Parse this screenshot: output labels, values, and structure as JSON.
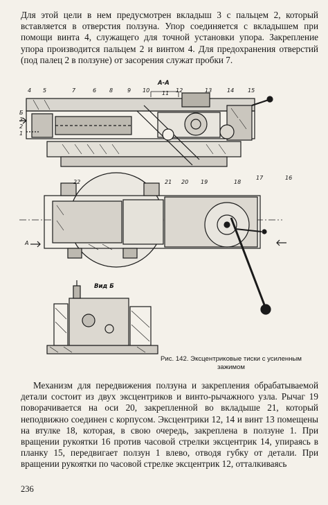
{
  "top_paragraph": [
    "Для этой цели в нем предусмотрен вкладыш 3 с пальцем 2, который вставляется в отверстия ползуна. Упор соединяется с вкладышем при помощи винта 4, служащего для точной установки упора. Закрепление упора производится пальцем 2 и винтом 4. Для предохранения отверстий (под палец 2 в ползуне) от засорения служат пробки 7."
  ],
  "figure": {
    "section_mark": "А-А",
    "view_label": "Вид Б",
    "section_letter_left": "Б",
    "arrow_label_a": "А",
    "callouts_top": [
      "4",
      "5",
      "7",
      "6",
      "8",
      "9",
      "10",
      "11",
      "12",
      "13",
      "14",
      "15"
    ],
    "callouts_left": [
      "Б",
      "3",
      "2",
      "1"
    ],
    "callouts_bottom": [
      "22",
      "21",
      "20",
      "19",
      "18"
    ],
    "callouts_plan": [
      "17",
      "16"
    ]
  },
  "caption": "Рис. 142. Эксцентриковые тиски с усиленным зажимом",
  "bottom_paragraph": [
    "Механизм для передвижения ползуна и закрепления обрабатываемой детали состоит из двух эксцентриков и винто-рычажного узла. Рычаг 19 поворачивается на оси 20, закрепленной во вкладыше 21, который неподвижно соединен с корпусом. Эксцентрики 12, 14 и винт 13 помещены на втулке 18, которая, в свою очередь, закреплена в ползуне 1. При вращении рукоятки 16 против часовой стрелки эксцентрик 14, упираясь в планку 15, передвигает ползун 1 влево, отводя губку от детали. При вращении рукоятки по часовой стрелке эксцентрик 12, отталкиваясь"
  ],
  "page_number": "236"
}
